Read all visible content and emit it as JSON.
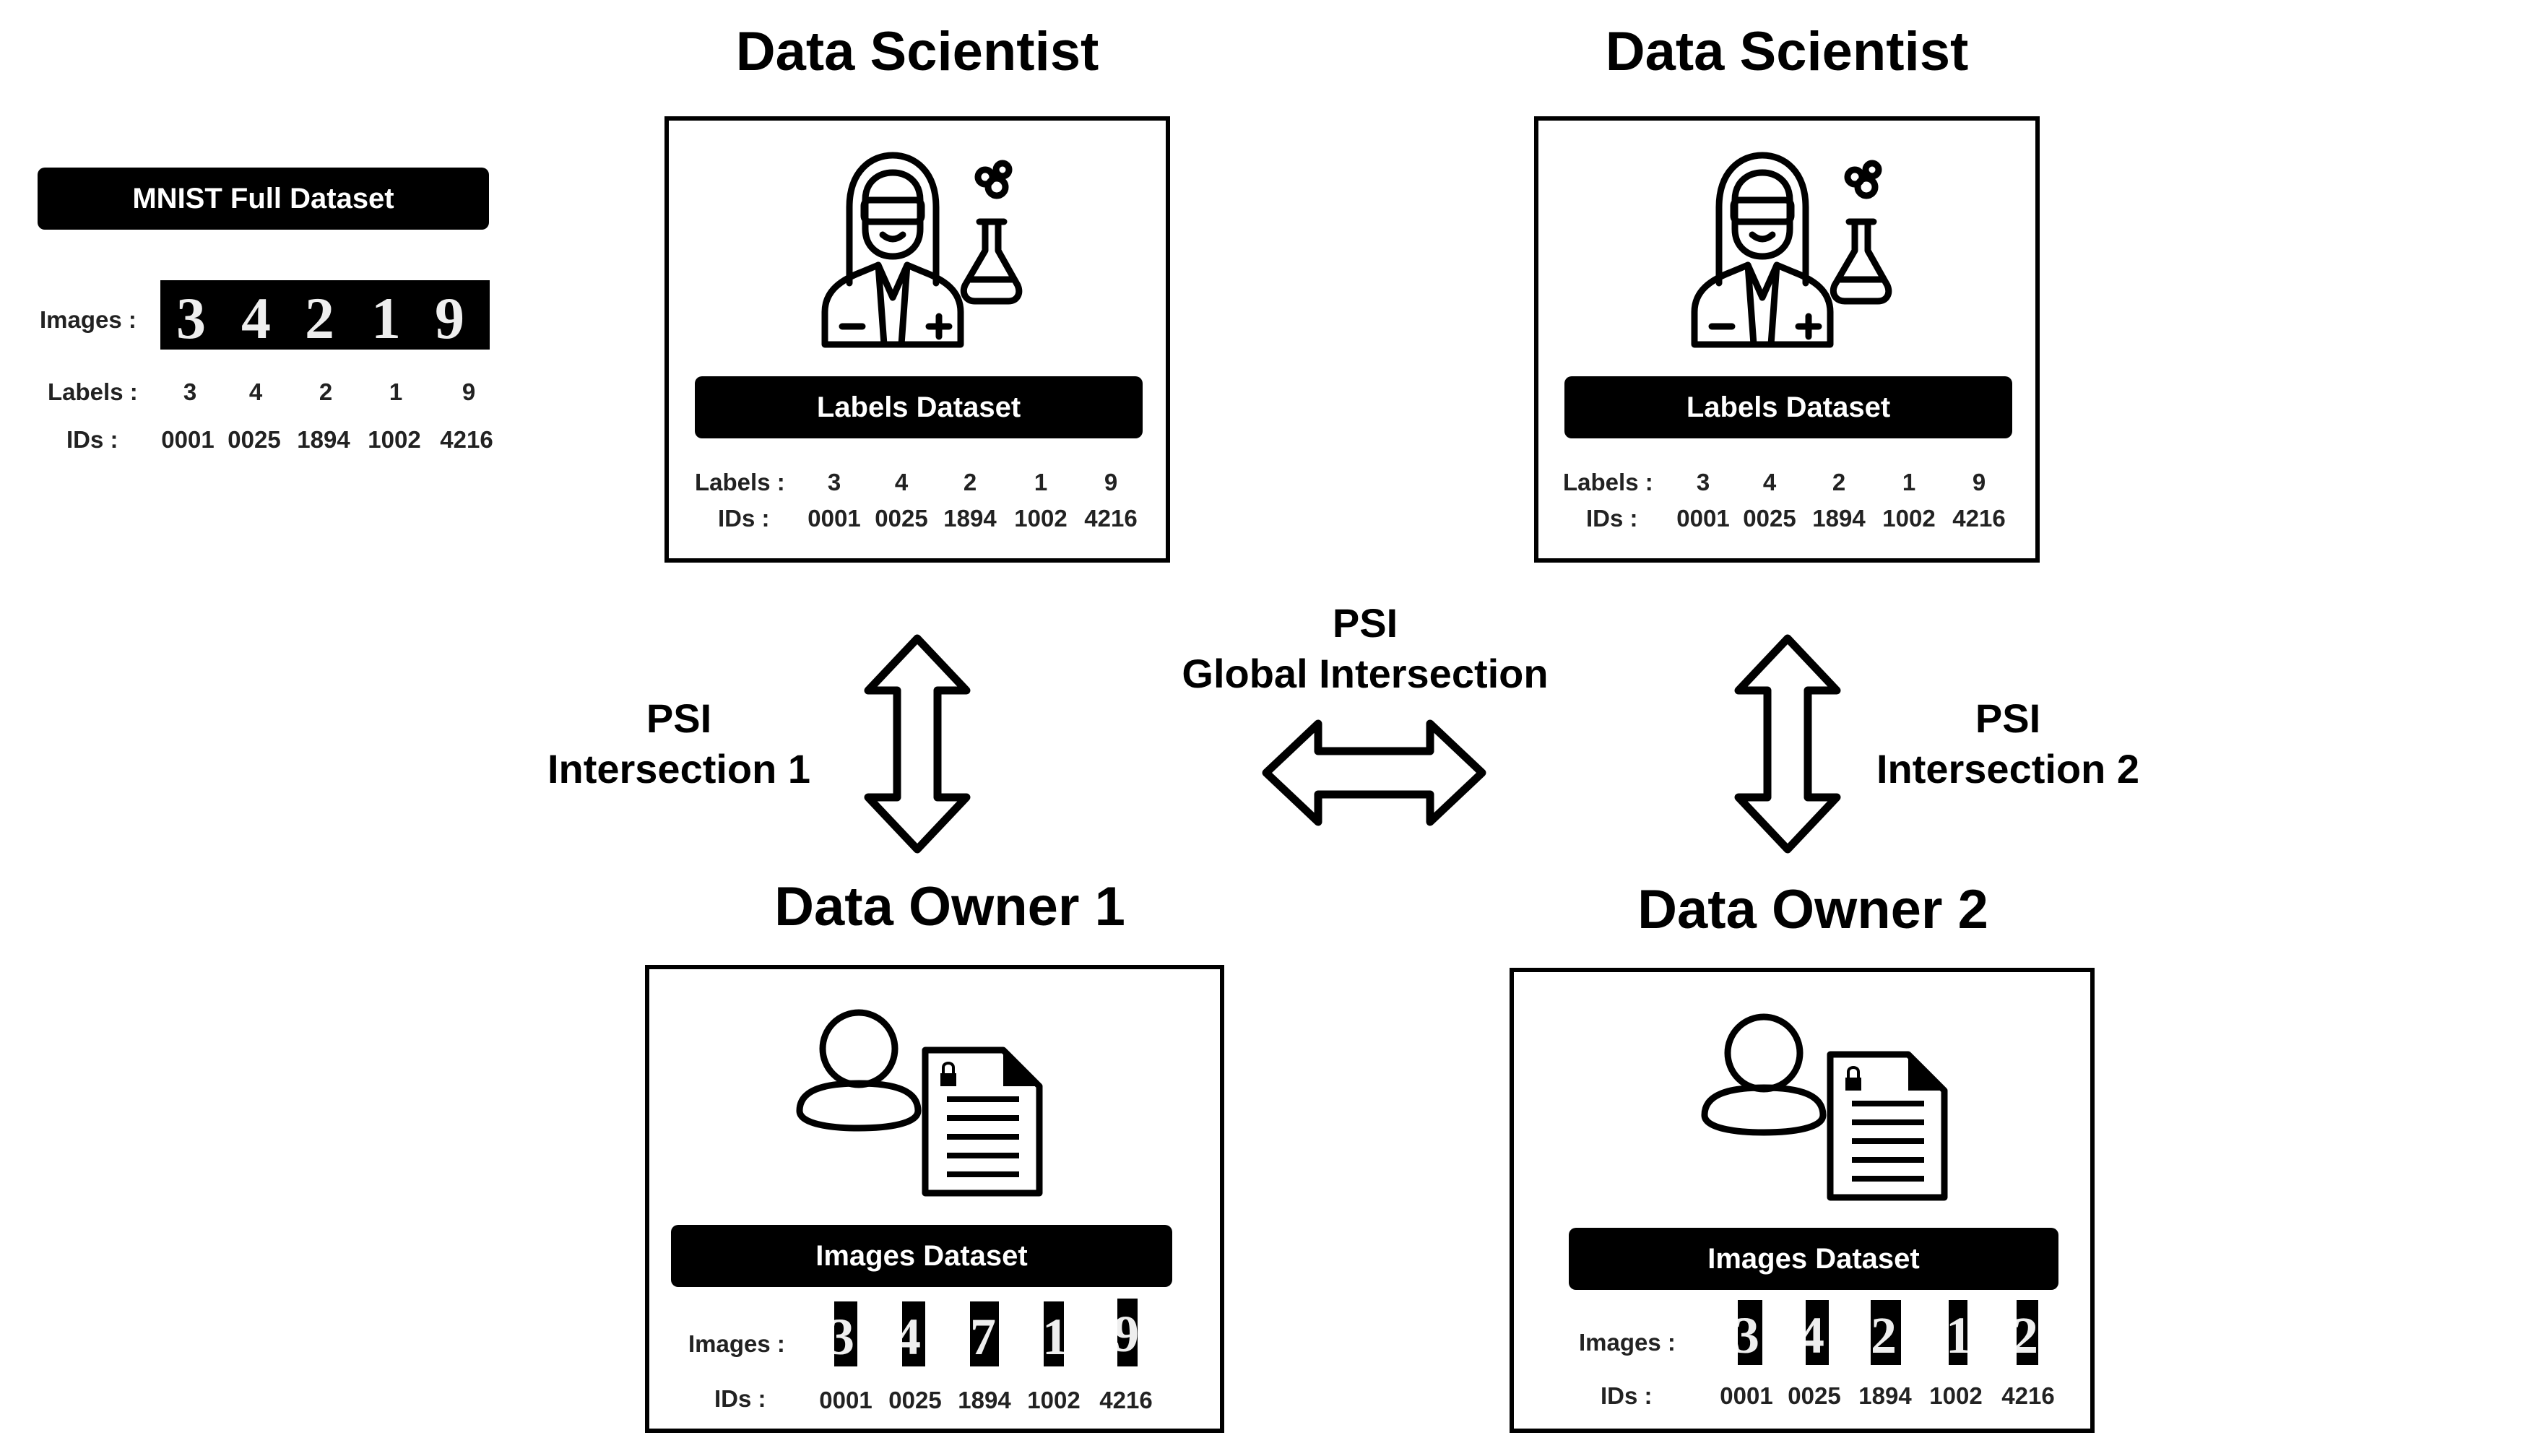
{
  "mnist": {
    "title": "MNIST Full Dataset",
    "images_label": "Images :",
    "labels_label": "Labels :",
    "ids_label": "IDs :",
    "labels": [
      "3",
      "4",
      "2",
      "1",
      "9"
    ],
    "ids": [
      "0001",
      "0025",
      "1894",
      "1002",
      "4216"
    ],
    "digits": [
      "3",
      "4",
      "2",
      "1",
      "9"
    ]
  },
  "scientist_left": {
    "title": "Data Scientist",
    "dataset_label": "Labels Dataset",
    "labels_label": "Labels :",
    "ids_label": "IDs :",
    "labels": [
      "3",
      "4",
      "2",
      "1",
      "9"
    ],
    "ids": [
      "0001",
      "0025",
      "1894",
      "1002",
      "4216"
    ]
  },
  "scientist_right": {
    "title": "Data Scientist",
    "dataset_label": "Labels Dataset",
    "labels_label": "Labels :",
    "ids_label": "IDs :",
    "labels": [
      "3",
      "4",
      "2",
      "1",
      "9"
    ],
    "ids": [
      "0001",
      "0025",
      "1894",
      "1002",
      "4216"
    ]
  },
  "owner1": {
    "title": "Data Owner 1",
    "dataset_label": "Images Dataset",
    "images_label": "Images :",
    "ids_label": "IDs :",
    "ids": [
      "0001",
      "0025",
      "1894",
      "1002",
      "4216"
    ],
    "digits": [
      "3",
      "4",
      "7",
      "1",
      "9"
    ]
  },
  "owner2": {
    "title": "Data Owner 2",
    "dataset_label": "Images Dataset",
    "images_label": "Images :",
    "ids_label": "IDs :",
    "ids": [
      "0001",
      "0025",
      "1894",
      "1002",
      "4216"
    ],
    "digits": [
      "3",
      "4",
      "2",
      "1",
      "2"
    ]
  },
  "psi1": {
    "line1": "PSI",
    "line2": "Intersection 1"
  },
  "psi2": {
    "line1": "PSI",
    "line2": "Intersection 2"
  },
  "psi_global": {
    "line1": "PSI",
    "line2": "Global Intersection"
  },
  "icons": {
    "scientist": "scientist-icon",
    "owner": "user-with-locked-document-icon",
    "arrow": "double-arrow-icon"
  },
  "colors": {
    "bar": "#000000",
    "bar_text": "#ffffff",
    "text": "#000000"
  }
}
